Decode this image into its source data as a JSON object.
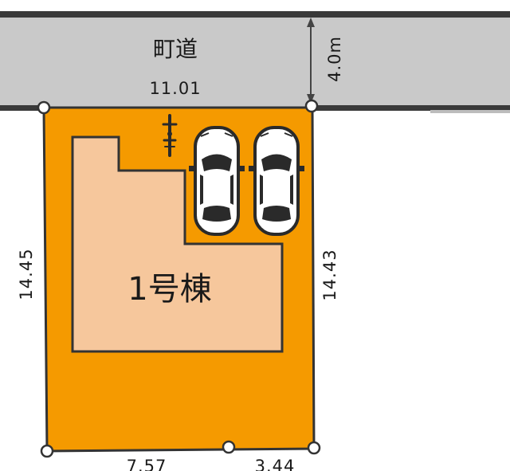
{
  "road": {
    "name": "町道",
    "frontage": "11.01",
    "width": "4.0m"
  },
  "lot": {
    "left_side": "14.45",
    "right_side": "14.43",
    "bottom_left": "7.57",
    "bottom_right": "3.44"
  },
  "building": {
    "label": "1号棟"
  },
  "parking": {
    "cars": 2
  },
  "colors": {
    "road": "#c9c9c9",
    "lot": "#f59a00",
    "building": "#f6c79c",
    "outline": "#333333",
    "road_edge": "#3a3a3a"
  },
  "icons": [
    "car-icon",
    "car-icon",
    "bicycle-icon"
  ]
}
